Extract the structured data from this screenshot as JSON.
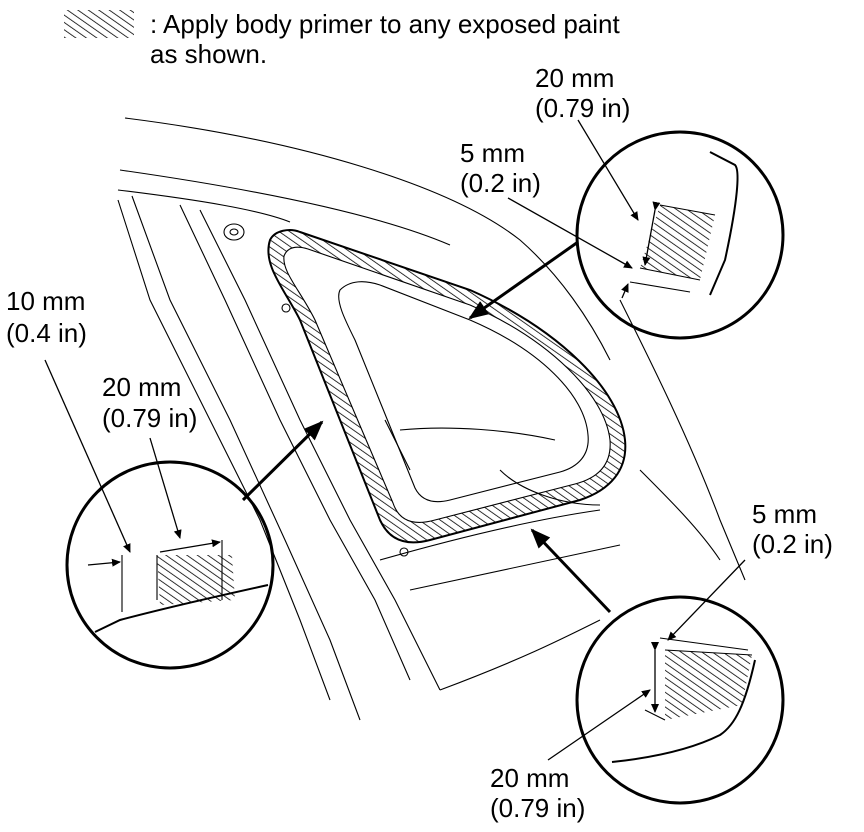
{
  "legend": {
    "line1": ": Apply body primer to any exposed paint",
    "line2": "as shown."
  },
  "callouts": {
    "top_right": {
      "a_mm": "20 mm",
      "a_in": "(0.79 in)",
      "b_mm": "5 mm",
      "b_in": "(0.2 in)"
    },
    "left": {
      "a_mm": "10 mm",
      "a_in": "(0.4 in)",
      "b_mm": "20 mm",
      "b_in": "(0.79 in)"
    },
    "bottom_right": {
      "a_mm": "5 mm",
      "a_in": "(0.2 in)",
      "b_mm": "20 mm",
      "b_in": "(0.79 in)"
    }
  }
}
